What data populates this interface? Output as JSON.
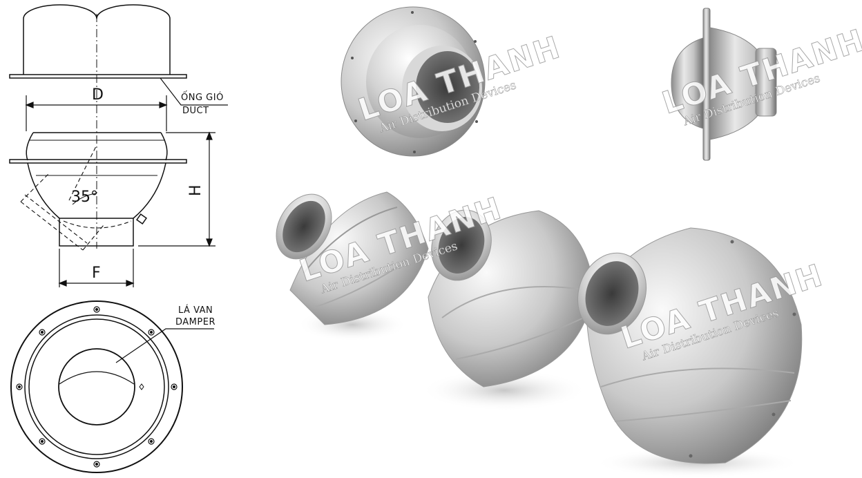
{
  "drawing": {
    "dimension_d": "D",
    "dimension_h": "H",
    "dimension_f": "F",
    "angle_label": "35°",
    "duct_label_vn": "ỐNG GIÓ",
    "duct_label_en": "DUCT",
    "damper_label_vn": "LÁ VAN",
    "damper_label_en": "DAMPER"
  },
  "watermark": {
    "brand": "LOA THANH",
    "tagline": "Air Distribution Devices"
  },
  "colors": {
    "line": "#111111",
    "metal_light": "#f2f2f2",
    "metal_mid": "#b9b9b9",
    "metal_dark": "#6e6e6e",
    "background": "#ffffff"
  }
}
